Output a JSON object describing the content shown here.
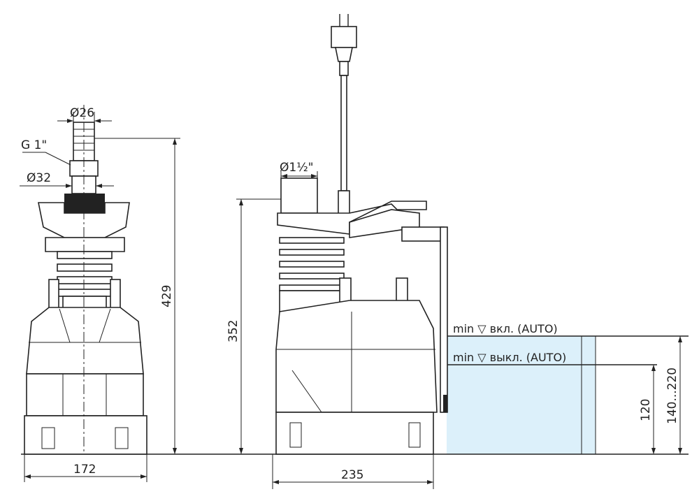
{
  "left_view": {
    "dim_top_diameter": "Ø26",
    "thread_label": "G 1\"",
    "dim_outlet_diameter": "Ø32",
    "dim_height": "429",
    "dim_width": "172"
  },
  "right_view": {
    "dim_outlet_diameter": "Ø1½\"",
    "dim_height": "352",
    "dim_width": "235",
    "level_on_label": "min ▽ вкл. (AUTO)",
    "level_off_label": "min ▽ выкл. (AUTO)",
    "dim_off_level": "120",
    "dim_on_level": "140...220"
  },
  "colors": {
    "water": "#dcf0fa",
    "line": "#222222"
  }
}
